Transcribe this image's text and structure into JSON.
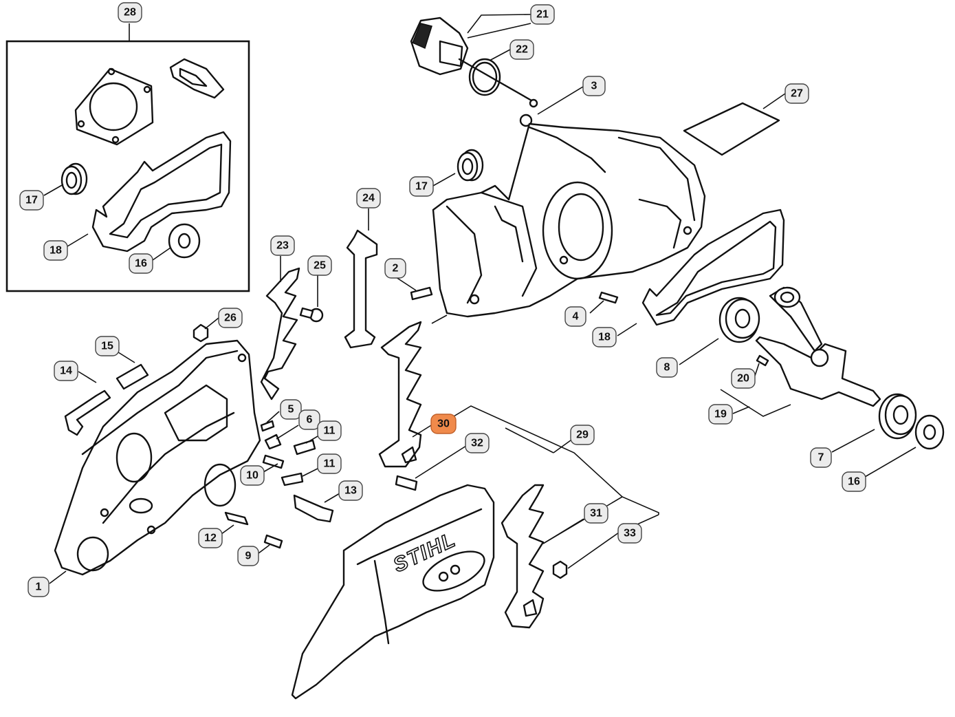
{
  "highlight_color": "#f08a4b",
  "callout_color": "#ececec",
  "cover_logo": "STIHL",
  "callouts": [
    {
      "id": "c28",
      "label": "28"
    },
    {
      "id": "c21",
      "label": "21"
    },
    {
      "id": "c22",
      "label": "22"
    },
    {
      "id": "c3",
      "label": "3"
    },
    {
      "id": "c27",
      "label": "27"
    },
    {
      "id": "c17a",
      "label": "17"
    },
    {
      "id": "c18a",
      "label": "18"
    },
    {
      "id": "c16a",
      "label": "16"
    },
    {
      "id": "c17b",
      "label": "17"
    },
    {
      "id": "c24",
      "label": "24"
    },
    {
      "id": "c23",
      "label": "23"
    },
    {
      "id": "c25",
      "label": "25"
    },
    {
      "id": "c2",
      "label": "2"
    },
    {
      "id": "c26",
      "label": "26"
    },
    {
      "id": "c4",
      "label": "4"
    },
    {
      "id": "c18b",
      "label": "18"
    },
    {
      "id": "c15",
      "label": "15"
    },
    {
      "id": "c8",
      "label": "8"
    },
    {
      "id": "c14",
      "label": "14"
    },
    {
      "id": "c20",
      "label": "20"
    },
    {
      "id": "c19",
      "label": "19"
    },
    {
      "id": "c5",
      "label": "5"
    },
    {
      "id": "c6",
      "label": "6"
    },
    {
      "id": "c11a",
      "label": "11"
    },
    {
      "id": "c30",
      "label": "30",
      "highlight": true
    },
    {
      "id": "c29",
      "label": "29"
    },
    {
      "id": "c32",
      "label": "32"
    },
    {
      "id": "c7",
      "label": "7"
    },
    {
      "id": "c11b",
      "label": "11"
    },
    {
      "id": "c10",
      "label": "10"
    },
    {
      "id": "c16b",
      "label": "16"
    },
    {
      "id": "c13",
      "label": "13"
    },
    {
      "id": "c31",
      "label": "31"
    },
    {
      "id": "c12",
      "label": "12"
    },
    {
      "id": "c33",
      "label": "33"
    },
    {
      "id": "c9",
      "label": "9"
    },
    {
      "id": "c1",
      "label": "1"
    }
  ]
}
